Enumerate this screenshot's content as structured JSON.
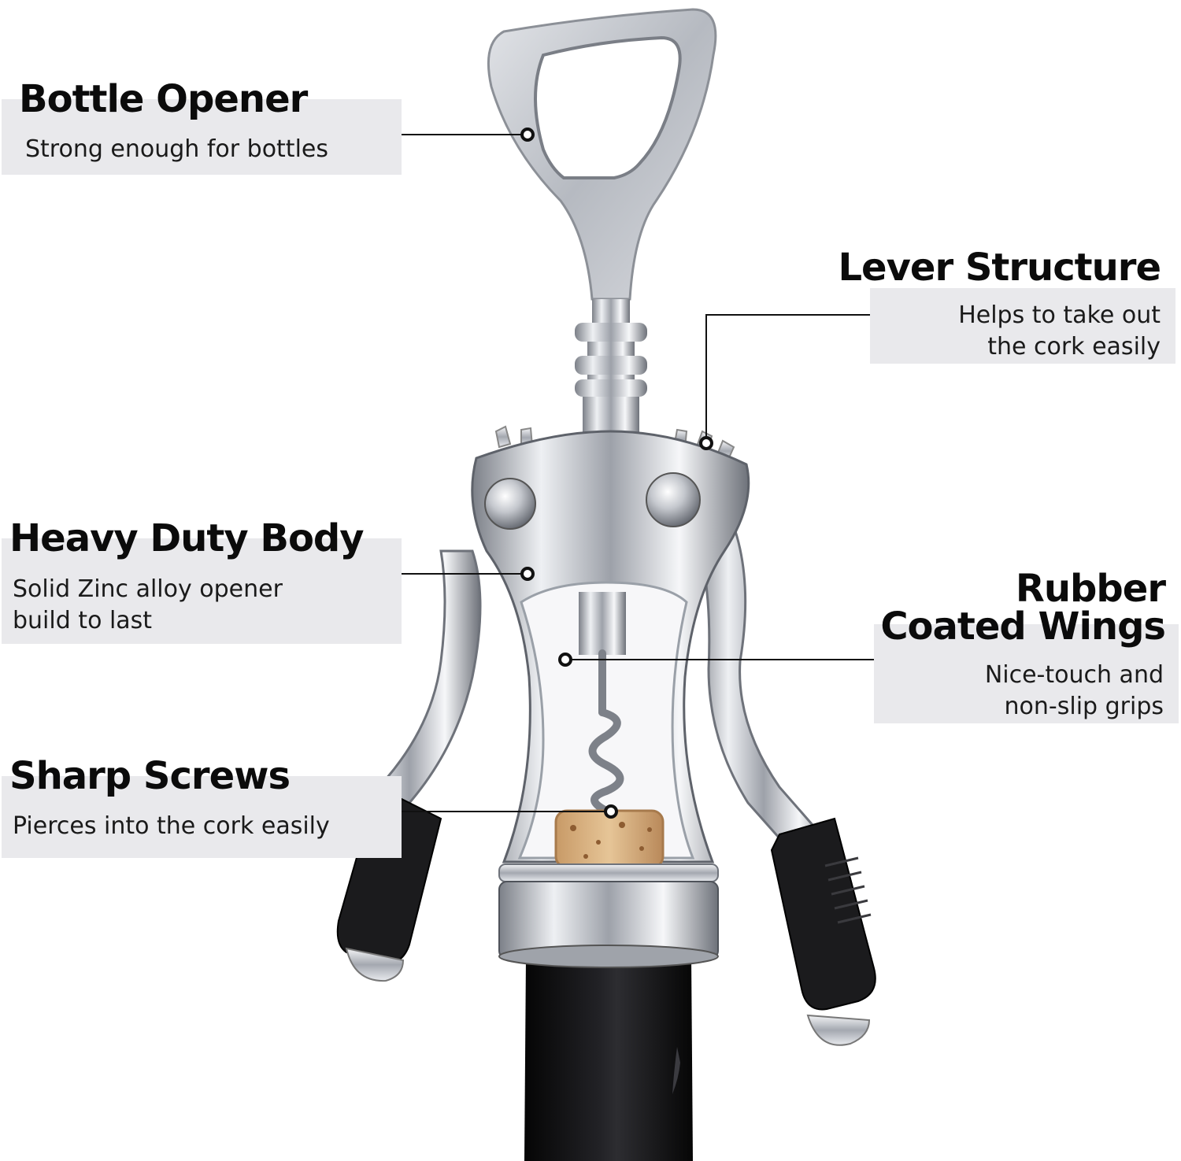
{
  "callouts": {
    "bottle_opener": {
      "title": "Bottle Opener",
      "description": "Strong enough for bottles"
    },
    "lever_structure": {
      "title": "Lever Structure",
      "description_line1": "Helps to take out",
      "description_line2": "the cork easily"
    },
    "heavy_duty_body": {
      "title": "Heavy Duty Body",
      "description_line1": "Solid Zinc alloy opener",
      "description_line2": "build to last"
    },
    "rubber_coated_wings": {
      "title_line1": "Rubber",
      "title_line2": "Coated Wings",
      "description_line1": "Nice-touch and",
      "description_line2": "non-slip grips"
    },
    "sharp_screws": {
      "title": "Sharp Screws",
      "description": "Pierces into the cork easily"
    }
  },
  "colors": {
    "callout_background": "#e9e9ec",
    "text": "#0b0b0b",
    "chrome": "#c9ccd2",
    "rubber": "#1b1b1d",
    "cork": "#d9b184"
  }
}
